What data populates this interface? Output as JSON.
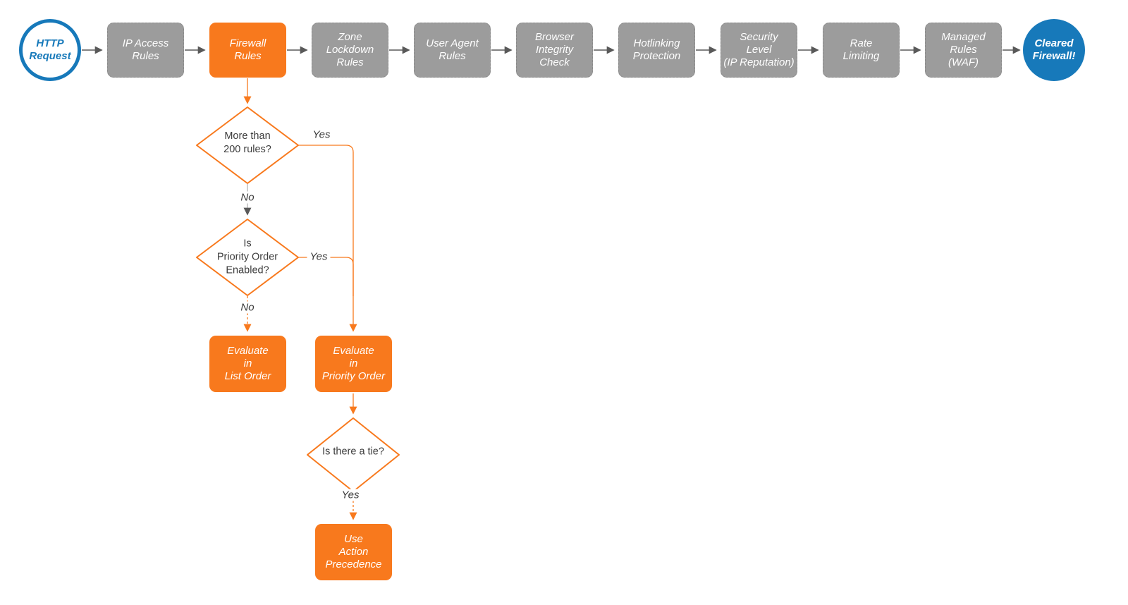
{
  "diagram": {
    "start": {
      "label": "HTTP\nRequest"
    },
    "end": {
      "label": "Cleared\nFirewall!"
    },
    "stages": [
      {
        "id": "ip-access-rules",
        "label": "IP Access\nRules"
      },
      {
        "id": "firewall-rules",
        "label": "Firewall\nRules"
      },
      {
        "id": "zone-lockdown-rules",
        "label": "Zone\nLockdown\nRules"
      },
      {
        "id": "user-agent-rules",
        "label": "User Agent\nRules"
      },
      {
        "id": "browser-integrity-check",
        "label": "Browser\nIntegrity\nCheck"
      },
      {
        "id": "hotlinking-protection",
        "label": "Hotlinking\nProtection"
      },
      {
        "id": "security-level",
        "label": "Security\nLevel\n(IP Reputation)"
      },
      {
        "id": "rate-limiting",
        "label": "Rate\nLimiting"
      },
      {
        "id": "managed-rules-waf",
        "label": "Managed\nRules\n(WAF)"
      }
    ],
    "decisions": [
      {
        "id": "more-than-200-rules",
        "label": "More than\n200 rules?"
      },
      {
        "id": "priority-order-enabled",
        "label": "Is\nPriority Order\nEnabled?"
      },
      {
        "id": "is-there-a-tie",
        "label": "Is there a tie?"
      }
    ],
    "actions": [
      {
        "id": "evaluate-list-order",
        "label": "Evaluate\nin\nList Order"
      },
      {
        "id": "evaluate-priority-order",
        "label": "Evaluate\nin\nPriority Order"
      },
      {
        "id": "use-action-precedence",
        "label": "Use\nAction\nPrecedence"
      }
    ],
    "edge_labels": {
      "yes1": "Yes",
      "no1": "No",
      "yes2": "Yes",
      "no2": "No",
      "yes3": "Yes"
    }
  },
  "colors": {
    "orange": "#f8791d",
    "gray_node": "#9c9c9c",
    "gray_border": "#8a8a8a",
    "blue": "#1779ba",
    "arrow_gray": "#595959",
    "edge_gray_light": "#b3b3b3",
    "label_text": "#3c3c3c"
  }
}
